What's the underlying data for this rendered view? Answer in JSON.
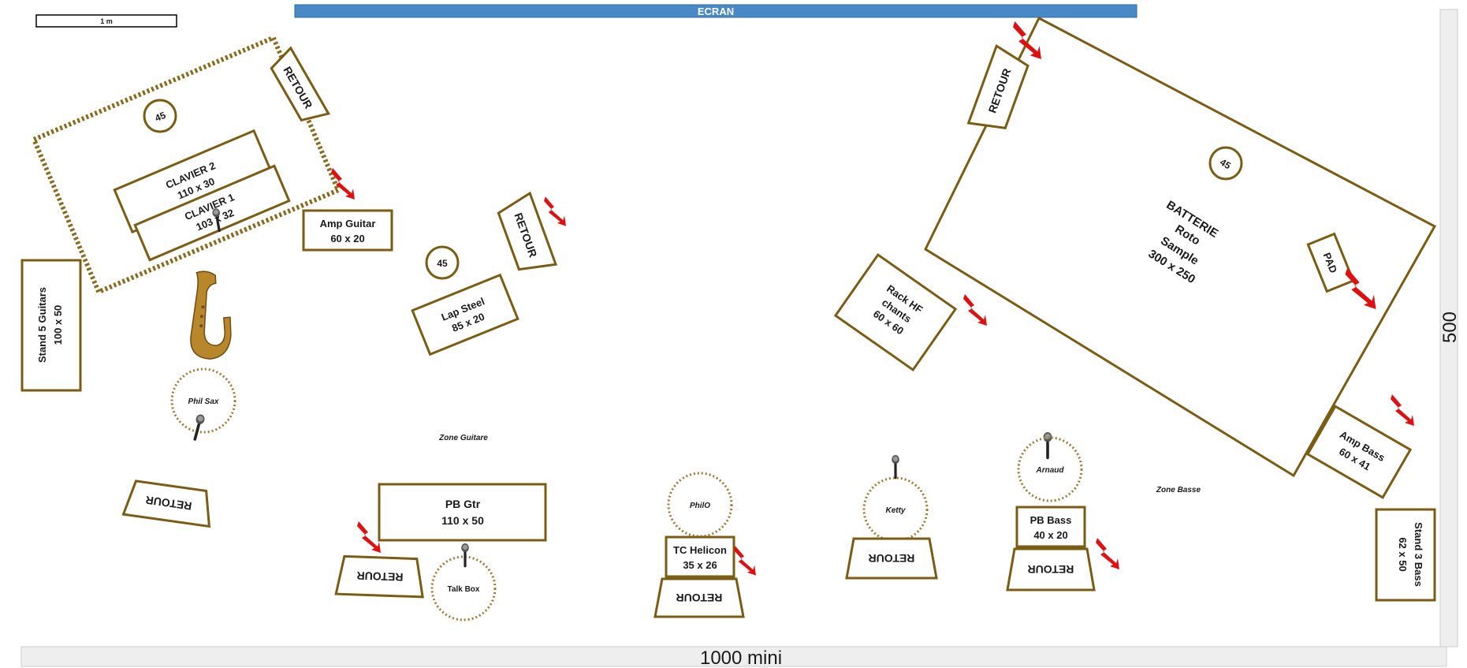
{
  "scale_label": "1 m",
  "screen_label": "ECRAN",
  "width_label": "1000 mini",
  "depth_label": "500",
  "equipment": {
    "clavier2": {
      "name": "CLAVIER 2",
      "size": "110 x 30"
    },
    "clavier1": {
      "name": "CLAVIER 1",
      "size": "103 x 32"
    },
    "amp_guitar": {
      "name": "Amp Guitar",
      "size": "60 x 20"
    },
    "stand5": {
      "name": "Stand 5 Guitars",
      "size": "100 x 50"
    },
    "lap_steel": {
      "name": "Lap Steel",
      "size": "85 x 20"
    },
    "pb_gtr": {
      "name": "PB Gtr",
      "size": "110 x 50"
    },
    "tc_helicon": {
      "name": "TC Helicon",
      "size": "35 x 26"
    },
    "pb_bass": {
      "name": "PB Bass",
      "size": "40 x 20"
    },
    "rack_hf": {
      "line1": "Rack HF",
      "line2": "chants",
      "size": "60 x 60"
    },
    "batterie": {
      "line1": "BATTERIE",
      "line2": "Roto",
      "line3": "Sample",
      "size": "300 x 250"
    },
    "pad": {
      "name": "PAD"
    },
    "amp_bass": {
      "name": "Amp Bass",
      "size": "60 x 41"
    },
    "stand3": {
      "name": "Stand 3 Bass",
      "size": "62 x 50"
    }
  },
  "riser_45": "45",
  "monitor_label": "RETOUR",
  "musicians": {
    "phil_sax": "Phil Sax",
    "talk_box": "Talk Box",
    "philo": "PhilO",
    "ketty": "Ketty",
    "arnaud": "Arnaud"
  },
  "zones": {
    "guitare": "Zone Guitare",
    "basse": "Zone Basse"
  },
  "colors": {
    "outline": "#7a5c12",
    "screen": "#4a89c8",
    "power": "#e01010"
  }
}
